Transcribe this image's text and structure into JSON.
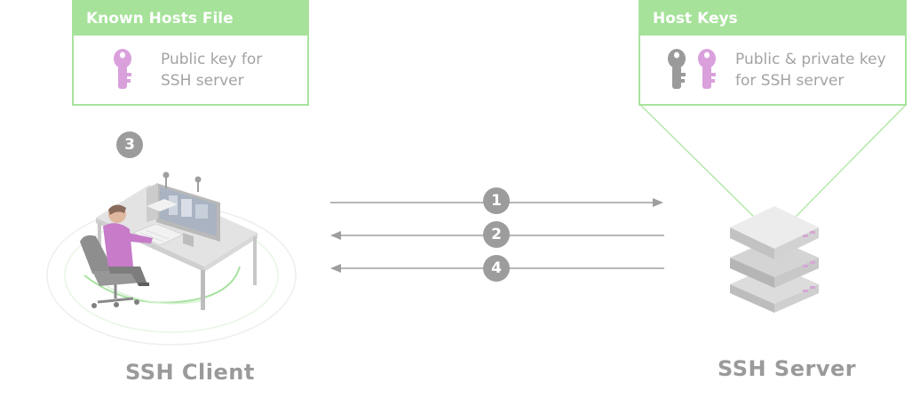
{
  "known_hosts": {
    "title": "Known Hosts File",
    "description_line1": "Public key for",
    "description_line2": "SSH server"
  },
  "host_keys": {
    "title": "Host Keys",
    "description_line1": "Public & private key",
    "description_line2": "for SSH server"
  },
  "steps": {
    "step1": "1",
    "step2": "2",
    "step3": "3",
    "step4": "4"
  },
  "client_label": "SSH Client",
  "server_label": "SSH Server",
  "colors": {
    "accent_green": "#a6e29a",
    "key_purple": "#d9a0dc",
    "key_gray": "#9a9a9a",
    "badge_gray": "#9c9c9c"
  }
}
